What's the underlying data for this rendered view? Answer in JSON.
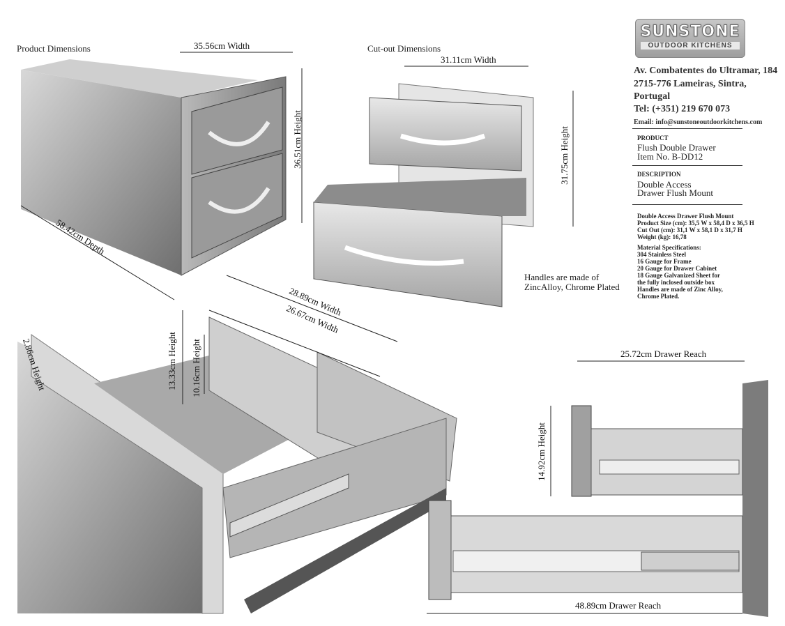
{
  "brand": {
    "logo_title": "SUNSTONE",
    "logo_subtitle": "OUTDOOR KITCHENS"
  },
  "contact": {
    "address_line1": "Av. Combatentes do Ultramar, 184",
    "address_line2": "2715-776 Lameiras, Sintra,",
    "address_line3": "Portugal",
    "phone": "Tel: (+351) 219 670 073",
    "email": "Email: info@sunstoneoutdoorkitchens.com"
  },
  "product": {
    "caption": "PRODUCT",
    "name": "Flush Double Drawer",
    "item_no": "Item No. B-DD12"
  },
  "description": {
    "caption": "DESCRIPTION",
    "line1": "Double Access",
    "line2": "Drawer Flush Mount"
  },
  "specs": [
    "Double Access Drawer Flush Mount",
    "Product Size (cm): 35,5 W x 58,4 D x 36,5 H",
    "Cut Out (cm): 31,1 W x 58,1 D x 31,7 H",
    "Weight (kg): 16,78"
  ],
  "materials": [
    "Material Specifications:",
    "304 Stainless Steel",
    "16 Gauge for Frame",
    "20 Gauge for Drawer Cabinet",
    "18 Gauge Galvanized Sheet for",
    "the fully inclosed outside box",
    "Handles are made of Zinc Alloy,",
    "Chrome Plated."
  ],
  "drawings": {
    "product_dimensions_title": "Product Dimensions",
    "product_width": "35.56cm Width",
    "product_height": "36.51cm Height",
    "product_depth": "58.42cm  Depth",
    "cutout_title": "Cut-out Dimensions",
    "cutout_width": "31.11cm Width",
    "cutout_height": "31.75cm Height",
    "handle_note_1": "Handles are made of",
    "handle_note_2": "ZincAlloy, Chrome Plated",
    "drawer_outer_width": "28.89cm Width",
    "drawer_inner_width": "26.67cm Width",
    "lip_height": "2.86cm Height",
    "drawer_outer_height": "13.33cm Height",
    "drawer_inner_height": "10.16cm Height",
    "top_reach": "25.72cm Drawer Reach",
    "side_height": "14.92cm Height",
    "bottom_reach": "48.89cm Drawer Reach"
  }
}
